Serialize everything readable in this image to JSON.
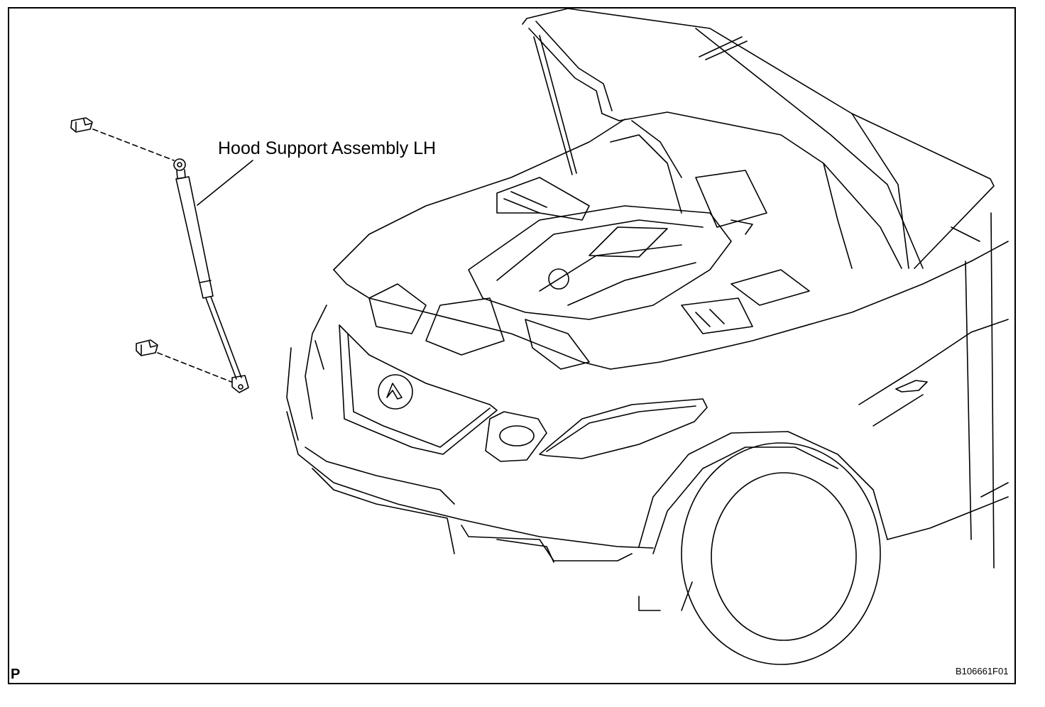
{
  "callout_label": "Hood Support Assembly LH",
  "corner_mark": "P",
  "figure_code": "B106661F01"
}
